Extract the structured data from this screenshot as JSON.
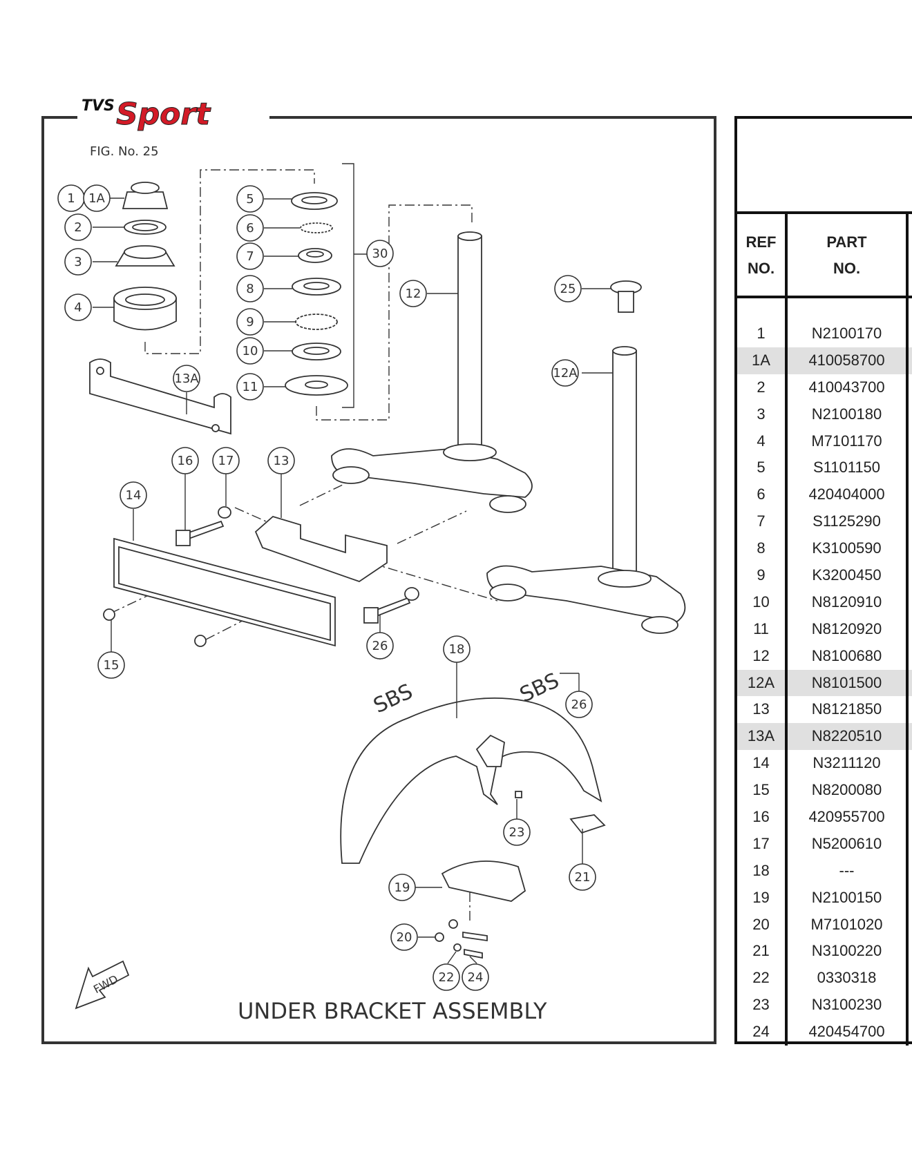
{
  "brand": {
    "prefix": "TVS",
    "name": "Sport"
  },
  "figure": {
    "label": "FIG. No.  25",
    "title": "UNDER BRACKET ASSEMBLY",
    "fwd": "FWD",
    "sbs": "SBS"
  },
  "callouts": [
    "1",
    "1A",
    "2",
    "3",
    "4",
    "5",
    "6",
    "7",
    "8",
    "9",
    "10",
    "11",
    "30",
    "12",
    "25",
    "12A",
    "13A",
    "16",
    "17",
    "13",
    "14",
    "15",
    "26",
    "18",
    "26",
    "23",
    "19",
    "21",
    "20",
    "22",
    "24"
  ],
  "table": {
    "header": {
      "ref": [
        "REF",
        "NO."
      ],
      "part": [
        "PART",
        "NO."
      ]
    },
    "rows": [
      {
        "ref": "1",
        "part": "N2100170",
        "shade": false
      },
      {
        "ref": "1A",
        "part": "410058700",
        "shade": true
      },
      {
        "ref": "2",
        "part": "410043700",
        "shade": false
      },
      {
        "ref": "3",
        "part": "N2100180",
        "shade": false
      },
      {
        "ref": "4",
        "part": "M7101170",
        "shade": false
      },
      {
        "ref": "5",
        "part": "S1101150",
        "shade": false
      },
      {
        "ref": "6",
        "part": "420404000",
        "shade": false
      },
      {
        "ref": "7",
        "part": "S1125290",
        "shade": false
      },
      {
        "ref": "8",
        "part": "K3100590",
        "shade": false
      },
      {
        "ref": "9",
        "part": "K3200450",
        "shade": false
      },
      {
        "ref": "10",
        "part": "N8120910",
        "shade": false
      },
      {
        "ref": "11",
        "part": "N8120920",
        "shade": false
      },
      {
        "ref": "12",
        "part": "N8100680",
        "shade": false
      },
      {
        "ref": "12A",
        "part": "N8101500",
        "shade": true
      },
      {
        "ref": "13",
        "part": "N8121850",
        "shade": false
      },
      {
        "ref": "13A",
        "part": "N8220510",
        "shade": true
      },
      {
        "ref": "14",
        "part": "N3211120",
        "shade": false
      },
      {
        "ref": "15",
        "part": "N8200080",
        "shade": false
      },
      {
        "ref": "16",
        "part": "420955700",
        "shade": false
      },
      {
        "ref": "17",
        "part": "N5200610",
        "shade": false
      },
      {
        "ref": "18",
        "part": "---",
        "shade": false
      },
      {
        "ref": "19",
        "part": "N2100150",
        "shade": false
      },
      {
        "ref": "20",
        "part": "M7101020",
        "shade": false
      },
      {
        "ref": "21",
        "part": "N3100220",
        "shade": false
      },
      {
        "ref": "22",
        "part": "0330318",
        "shade": false
      },
      {
        "ref": "23",
        "part": "N3100230",
        "shade": false
      },
      {
        "ref": "24",
        "part": "420454700",
        "shade": false
      }
    ]
  }
}
